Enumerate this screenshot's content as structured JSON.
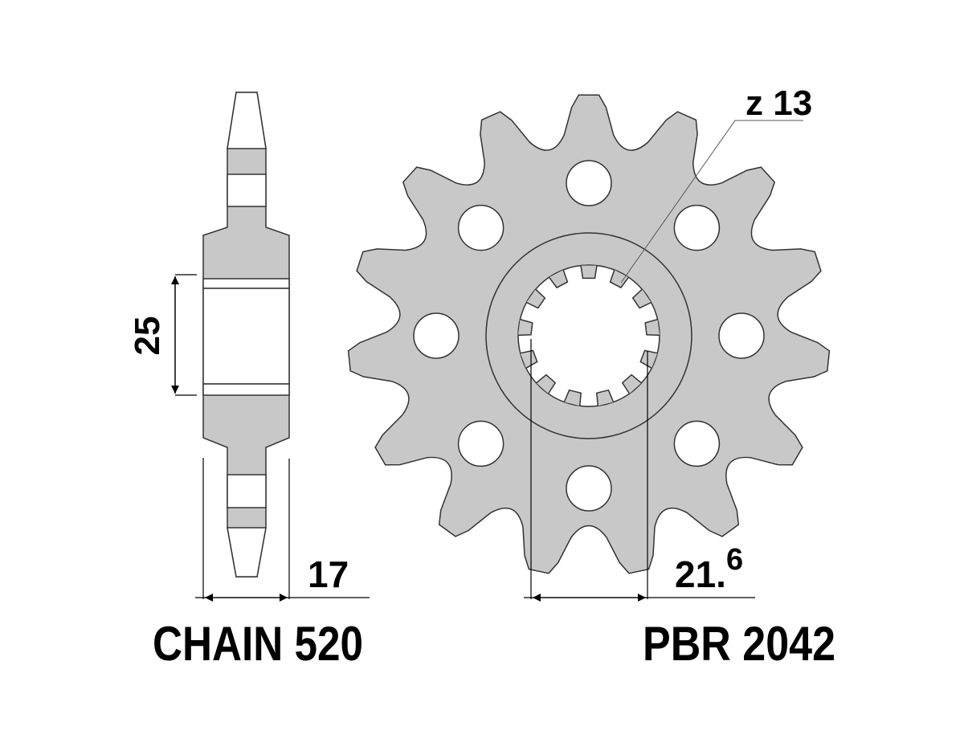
{
  "colors": {
    "metal": "#c8c8c8",
    "outline": "#333333",
    "text": "#000000",
    "bore": "#ffffff"
  },
  "sprocket": {
    "teeth": 15,
    "bolt_holes": 8,
    "spline_teeth": 13
  },
  "labels": {
    "spline_count": "z 13",
    "hub_width": "25",
    "tooth_width": "17",
    "spline_diameter_main": "21.",
    "spline_diameter_decimal": "6",
    "chain": "CHAIN 520",
    "part_number": "PBR 2042"
  }
}
